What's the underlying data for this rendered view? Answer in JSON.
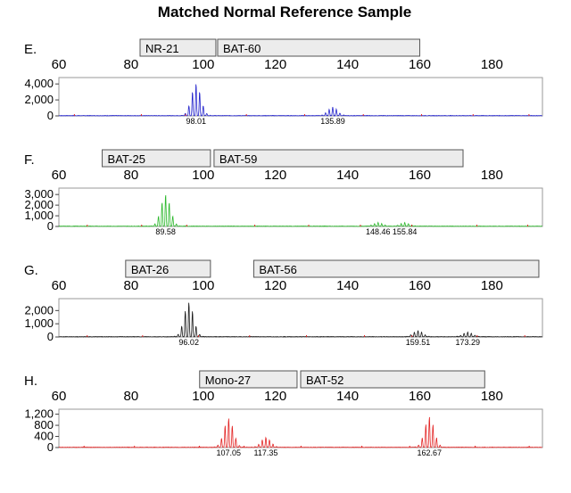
{
  "title": "Matched Normal Reference Sample",
  "chart_data": [
    {
      "type": "line",
      "panel_label": "E.",
      "color": "#2323cc",
      "xlim": [
        60,
        194
      ],
      "x_ticks": [
        60,
        80,
        100,
        120,
        140,
        160,
        180
      ],
      "ylim": [
        0,
        4800
      ],
      "y_ticks": [
        {
          "value": 0,
          "label": "0"
        },
        {
          "value": 2000,
          "label": "2,000"
        },
        {
          "value": 4000,
          "label": "4,000"
        }
      ],
      "markers": [
        {
          "label": "NR-21",
          "start": 82.5,
          "end": 103.5
        },
        {
          "label": "BAT-60",
          "start": 104,
          "end": 160
        }
      ],
      "peaks": [
        {
          "x": 98.01,
          "label": "98.01",
          "height": 4000
        },
        {
          "x": 135.89,
          "label": "135.89",
          "height": 1100
        }
      ]
    },
    {
      "type": "line",
      "panel_label": "F.",
      "color": "#2bb82b",
      "xlim": [
        60,
        194
      ],
      "x_ticks": [
        60,
        80,
        100,
        120,
        140,
        160,
        180
      ],
      "ylim": [
        0,
        3600
      ],
      "y_ticks": [
        {
          "value": 0,
          "label": "0"
        },
        {
          "value": 1000,
          "label": "1,000"
        },
        {
          "value": 2000,
          "label": "2,000"
        },
        {
          "value": 3000,
          "label": "3,000"
        }
      ],
      "markers": [
        {
          "label": "BAT-25",
          "start": 72,
          "end": 102
        },
        {
          "label": "BAT-59",
          "start": 103,
          "end": 172
        }
      ],
      "peaks": [
        {
          "x": 89.58,
          "label": "89.58",
          "height": 3000
        },
        {
          "x": 148.46,
          "label": "148.46",
          "height": 350
        },
        {
          "x": 155.84,
          "label": "155.84",
          "height": 330
        }
      ]
    },
    {
      "type": "line",
      "panel_label": "G.",
      "color": "#1a1a1a",
      "xlim": [
        60,
        194
      ],
      "x_ticks": [
        60,
        80,
        100,
        120,
        140,
        160,
        180
      ],
      "ylim": [
        0,
        2900
      ],
      "y_ticks": [
        {
          "value": 0,
          "label": "0"
        },
        {
          "value": 1000,
          "label": "1,000"
        },
        {
          "value": 2000,
          "label": "2,000"
        }
      ],
      "markers": [
        {
          "label": "BAT-26",
          "start": 78.5,
          "end": 102
        },
        {
          "label": "BAT-56",
          "start": 114,
          "end": 193
        }
      ],
      "peaks": [
        {
          "x": 96.02,
          "label": "96.02",
          "height": 2600
        },
        {
          "x": 159.51,
          "label": "159.51",
          "height": 480
        },
        {
          "x": 173.29,
          "label": "173.29",
          "height": 350
        }
      ]
    },
    {
      "type": "line",
      "panel_label": "H.",
      "color": "#e32626",
      "xlim": [
        60,
        194
      ],
      "x_ticks": [
        60,
        80,
        100,
        120,
        140,
        160,
        180
      ],
      "ylim": [
        0,
        1380
      ],
      "y_ticks": [
        {
          "value": 0,
          "label": "0"
        },
        {
          "value": 400,
          "label": "400"
        },
        {
          "value": 800,
          "label": "800"
        },
        {
          "value": 1200,
          "label": "1,200"
        }
      ],
      "markers": [
        {
          "label": "Mono-27",
          "start": 99,
          "end": 126
        },
        {
          "label": "BAT-52",
          "start": 127,
          "end": 178
        }
      ],
      "peaks": [
        {
          "x": 107.05,
          "label": "107.05",
          "height": 1050
        },
        {
          "x": 117.35,
          "label": "117.35",
          "height": 360
        },
        {
          "x": 162.67,
          "label": "162.67",
          "height": 1100
        }
      ]
    }
  ]
}
